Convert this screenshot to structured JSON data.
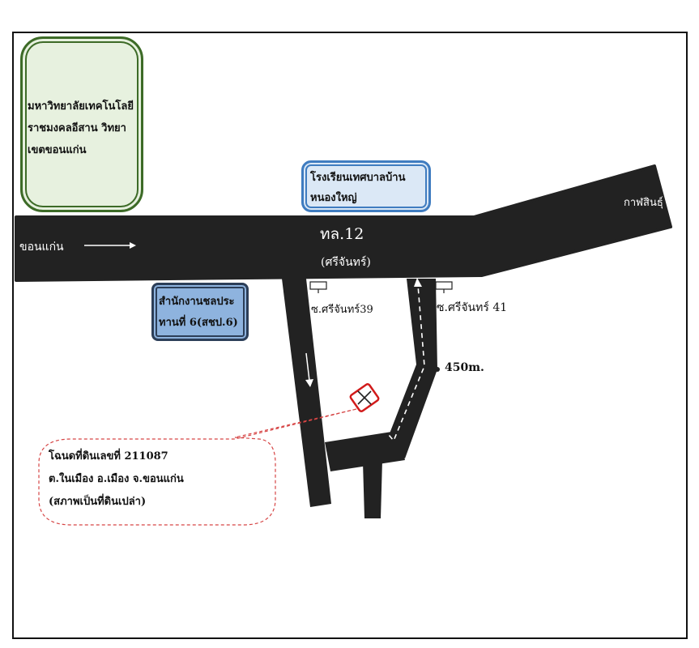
{
  "places": {
    "university": {
      "line1": "มหาวิทยาลัยเทคโนโลยี",
      "line2": "ราชมงคลอีสาน วิทยา",
      "line3": "เขตขอนแก่น"
    },
    "school": {
      "line1": "โรงเรียนเทศบาลบ้าน",
      "line2": "หนองใหญ่"
    },
    "office": {
      "line1": "สำนักงานชลประ",
      "line2": "ทานที่ 6(สชป.6)"
    }
  },
  "roads": {
    "origin": "ขอนแก่น",
    "destination": "กาฬสินธุ์",
    "highway_number": "ทล.12",
    "highway_name": "(ศรีจันทร์)",
    "soi_left": "ซ.ศรีจันทร์39",
    "soi_right": "ซ.ศรีจันทร์ 41",
    "distance": "450m."
  },
  "parcel": {
    "line1": "โฉนดที่ดินเลขที่ 211087",
    "line2": "ต.ในเมือง อ.เมือง จ.ขอนแก่น",
    "line3": "(สภาพเป็นที่ดินเปล่า)"
  },
  "colors": {
    "road": "#222222",
    "route_arrow": "#ffffff",
    "university_border": "#3d6b27",
    "university_fill": "#e7f1df",
    "school_border": "#3f7cc0",
    "school_fill": "#dbe8f6",
    "office_border": "#2c3e58",
    "office_fill": "#8eb3de",
    "parcel_marker": "#d11a1a",
    "callout_dash": "#d64545"
  },
  "icons": [
    "soi-sign-icon",
    "parcel-marker-icon",
    "direction-arrow-icon"
  ]
}
